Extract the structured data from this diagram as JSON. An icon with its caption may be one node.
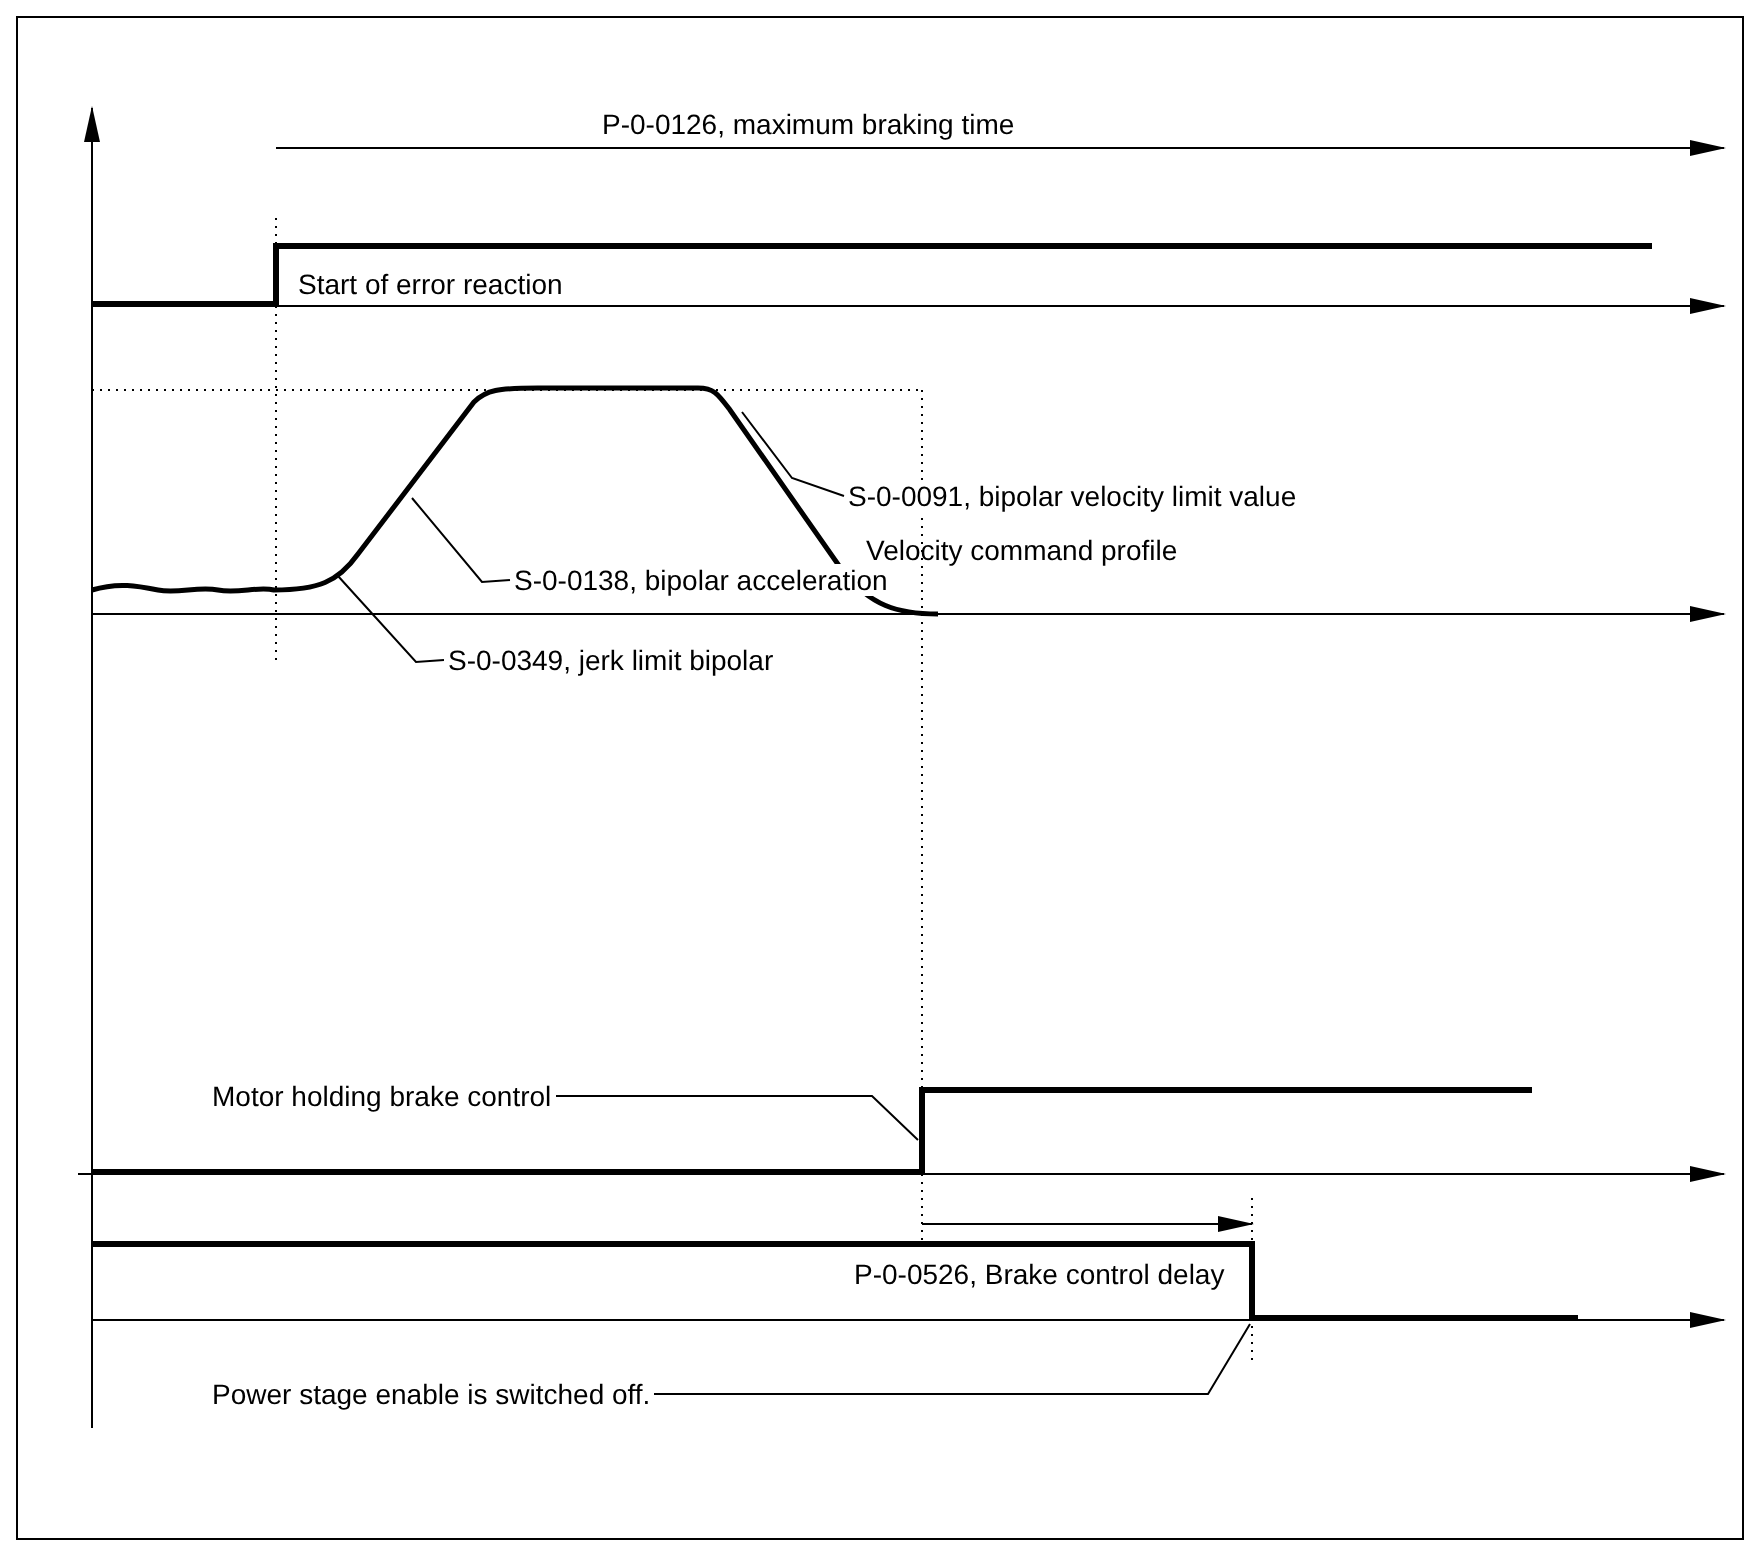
{
  "diagram": {
    "nodes": [
      {
        "text": [
          "S-0-0091, bipolar velocity limit value"
        ]
      },
      {
        "text": [
          "S-0-0138, bipolar acceleration"
        ]
      },
      {
        "text": [
          "S-0-0349, jerk limit bipolar"
        ]
      },
      {
        "text": [
          "Motor holding brake control"
        ]
      },
      {
        "text": [
          "Power stage enable is switched off."
        ]
      }
    ],
    "edges": [
      {
        "from": 0,
        "to": null,
        "arrow": "none"
      },
      {
        "from": 1,
        "to": null,
        "arrow": "none"
      },
      {
        "from": 2,
        "to": null,
        "arrow": "none"
      },
      {
        "from": 3,
        "to": null,
        "arrow": "none"
      },
      {
        "from": 4,
        "to": null,
        "arrow": "none"
      }
    ],
    "labels": [
      "P-0-0126, maximum braking time",
      "Start of error reaction",
      "Velocity command profile",
      "P-0-0526, Brake control delay"
    ]
  }
}
